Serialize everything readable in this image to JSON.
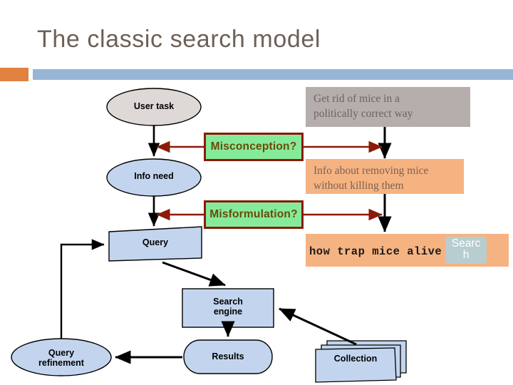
{
  "slide": {
    "title": "The classic search model",
    "accent_color": "#e0813f",
    "bar_color": "#97b5d5",
    "title_color": "#6d6057",
    "background": "#ffffff"
  },
  "diagram": {
    "type": "flowchart",
    "nodes": [
      {
        "id": "user-task",
        "label": "User task",
        "shape": "ellipse",
        "fill": "#ded8d6"
      },
      {
        "id": "info-need",
        "label": "Info need",
        "shape": "ellipse",
        "fill": "#c3d5ee"
      },
      {
        "id": "query",
        "label": "Query",
        "shape": "parallelogram",
        "fill": "#c3d5ee"
      },
      {
        "id": "search-engine",
        "label": "Search\nengine",
        "shape": "rect",
        "fill": "#c3d5ee"
      },
      {
        "id": "results",
        "label": "Results",
        "shape": "stadium",
        "fill": "#c3d5ee"
      },
      {
        "id": "query-refinement",
        "label": "Query\nrefinement",
        "shape": "ellipse",
        "fill": "#c3d5ee"
      },
      {
        "id": "collection",
        "label": "Collection",
        "shape": "document-stack",
        "fill": "#c3d5ee"
      }
    ],
    "issues": [
      {
        "id": "misconception",
        "label": "Misconception?",
        "fill": "#85eb9a",
        "border": "#8c1a08",
        "text_color": "#6b4a05"
      },
      {
        "id": "misformulation",
        "label": "Misformulation?",
        "fill": "#85eb9a",
        "border": "#8c1a08",
        "text_color": "#6b4a05"
      }
    ],
    "examples": [
      {
        "id": "task-example",
        "text": "Get rid of mice in a politically correct way",
        "fill": "#b5aead"
      },
      {
        "id": "info-need-example",
        "text": "Info about removing mice without killing them",
        "fill": "#f6b382"
      }
    ],
    "search_widget": {
      "query_text": "how trap mice alive",
      "button_label": "Search",
      "bar_fill": "#f6b382",
      "button_fill": "#b8cdd0"
    },
    "node_labels": {
      "user_task": "User task",
      "info_need": "Info need",
      "query": "Query",
      "search_engine_line1": "Search",
      "search_engine_line2": "engine",
      "results": "Results",
      "query_refinement_line1": "Query",
      "query_refinement_line2": "refinement",
      "collection": "Collection"
    },
    "example_lines": {
      "task_line1": "Get rid of mice in a",
      "task_line2": "politically correct way",
      "need_line1": "Info about removing mice",
      "need_line2": "without killing them"
    },
    "search_button_lines": {
      "line1": "Searc",
      "line2": "h"
    },
    "edges": [
      {
        "from": "user-task",
        "to": "info-need",
        "style": "solid-arrow",
        "color": "#000000"
      },
      {
        "from": "info-need",
        "to": "query",
        "style": "solid-arrow",
        "color": "#000000"
      },
      {
        "from": "query",
        "to": "search-engine",
        "style": "solid-arrow",
        "color": "#000000"
      },
      {
        "from": "search-engine",
        "to": "results",
        "style": "solid-arrow",
        "color": "#000000"
      },
      {
        "from": "results",
        "to": "query-refinement",
        "style": "solid-arrow",
        "color": "#000000"
      },
      {
        "from": "query-refinement",
        "to": "query",
        "style": "solid-arrow",
        "color": "#000000"
      },
      {
        "from": "collection",
        "to": "search-engine",
        "style": "solid-arrow",
        "color": "#000000"
      },
      {
        "from": "task-example",
        "to": "info-need-example",
        "style": "solid-arrow",
        "color": "#000000"
      },
      {
        "from": "info-need-example",
        "to": "search-widget",
        "style": "solid-arrow",
        "color": "#000000"
      },
      {
        "from": "misconception",
        "to": "info-need",
        "style": "double-arrow",
        "color": "#8c1a08"
      },
      {
        "from": "misformulation",
        "to": "query",
        "style": "double-arrow",
        "color": "#8c1a08"
      }
    ]
  }
}
